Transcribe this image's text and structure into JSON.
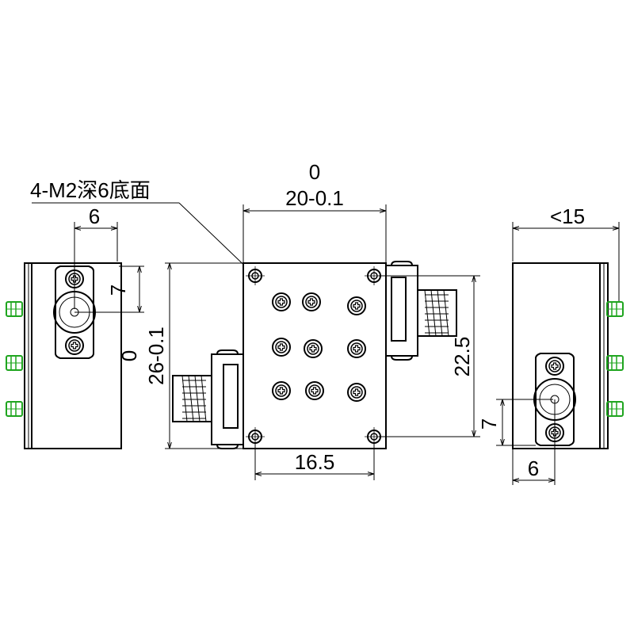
{
  "annotation": {
    "hole_note": "4-M2深6底面"
  },
  "dimensions": {
    "width_tol_upper": "0",
    "width_main": "20-0.1",
    "height_tol_upper": "0",
    "height_main": "26-0.1",
    "hole_spacing_horizontal": "16.5",
    "hole_spacing_vertical": "22.5",
    "left_view_width": "6",
    "left_view_height": "7",
    "right_view_thickness": "<15",
    "right_view_height": "7",
    "right_view_width": "6"
  },
  "colors": {
    "line": "#000000",
    "green_pins": "#1fa51f"
  }
}
